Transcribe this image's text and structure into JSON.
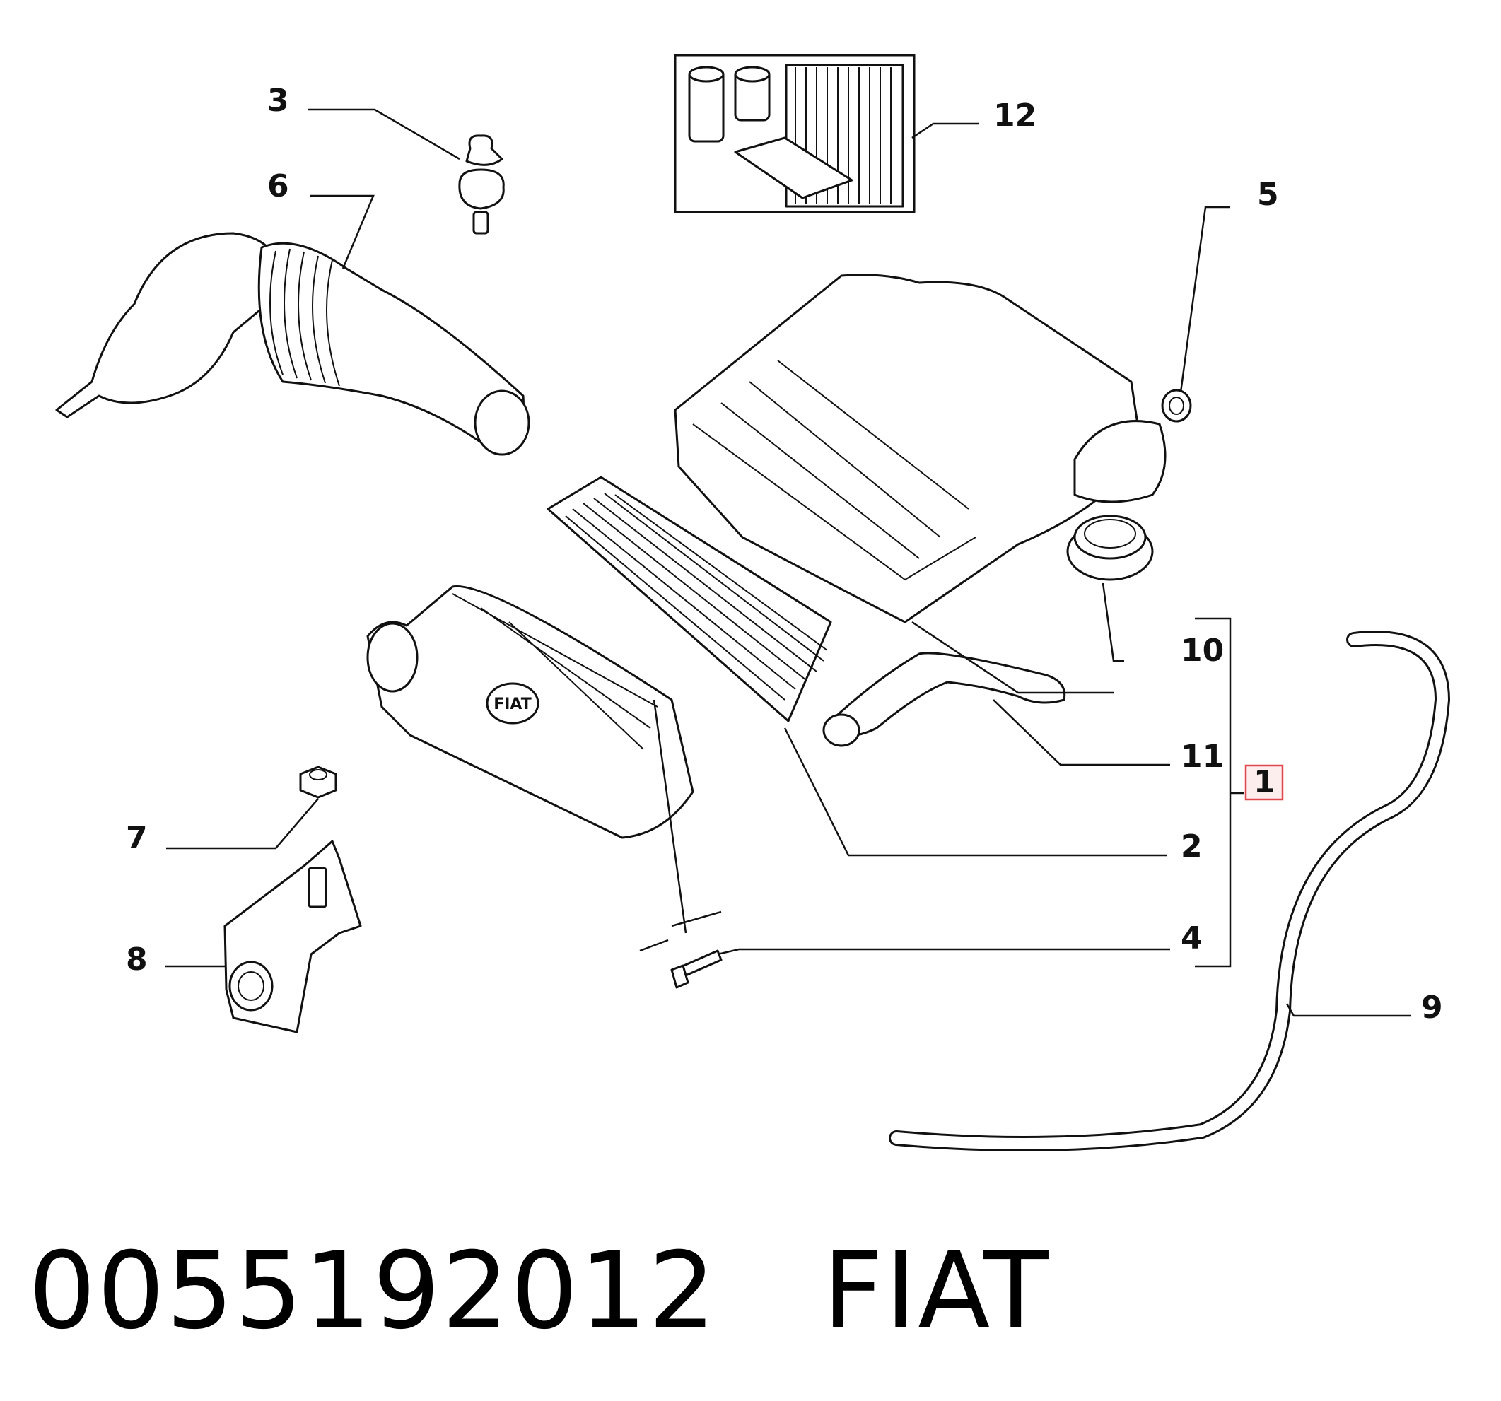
{
  "diagram": {
    "callouts": {
      "c1": "1",
      "c2": "2",
      "c3": "3",
      "c4": "4",
      "c5": "5",
      "c6": "6",
      "c7": "7",
      "c8": "8",
      "c9": "9",
      "c10": "10",
      "c11": "11",
      "c12": "12"
    },
    "logo_text": "FIAT",
    "highlight_color": "#e0484f"
  },
  "caption": {
    "part_number": "0055192012",
    "brand": "FIAT"
  }
}
